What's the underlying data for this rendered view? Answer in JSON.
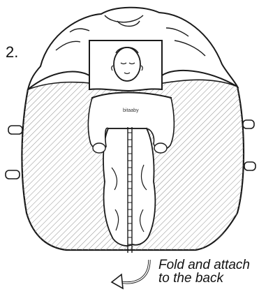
{
  "instruction": {
    "step_number": "2.",
    "caption_line1": "Fold and attach",
    "caption_line2": "to the back"
  },
  "illustration": {
    "brand_label": "bitaaby",
    "subject": "baby-in-footmuff",
    "fold-arrow-icon": "curved-arrow-icon"
  },
  "colors": {
    "line": "#1a1a1a",
    "hatch": "#9a9a9a",
    "background": "#ffffff"
  }
}
